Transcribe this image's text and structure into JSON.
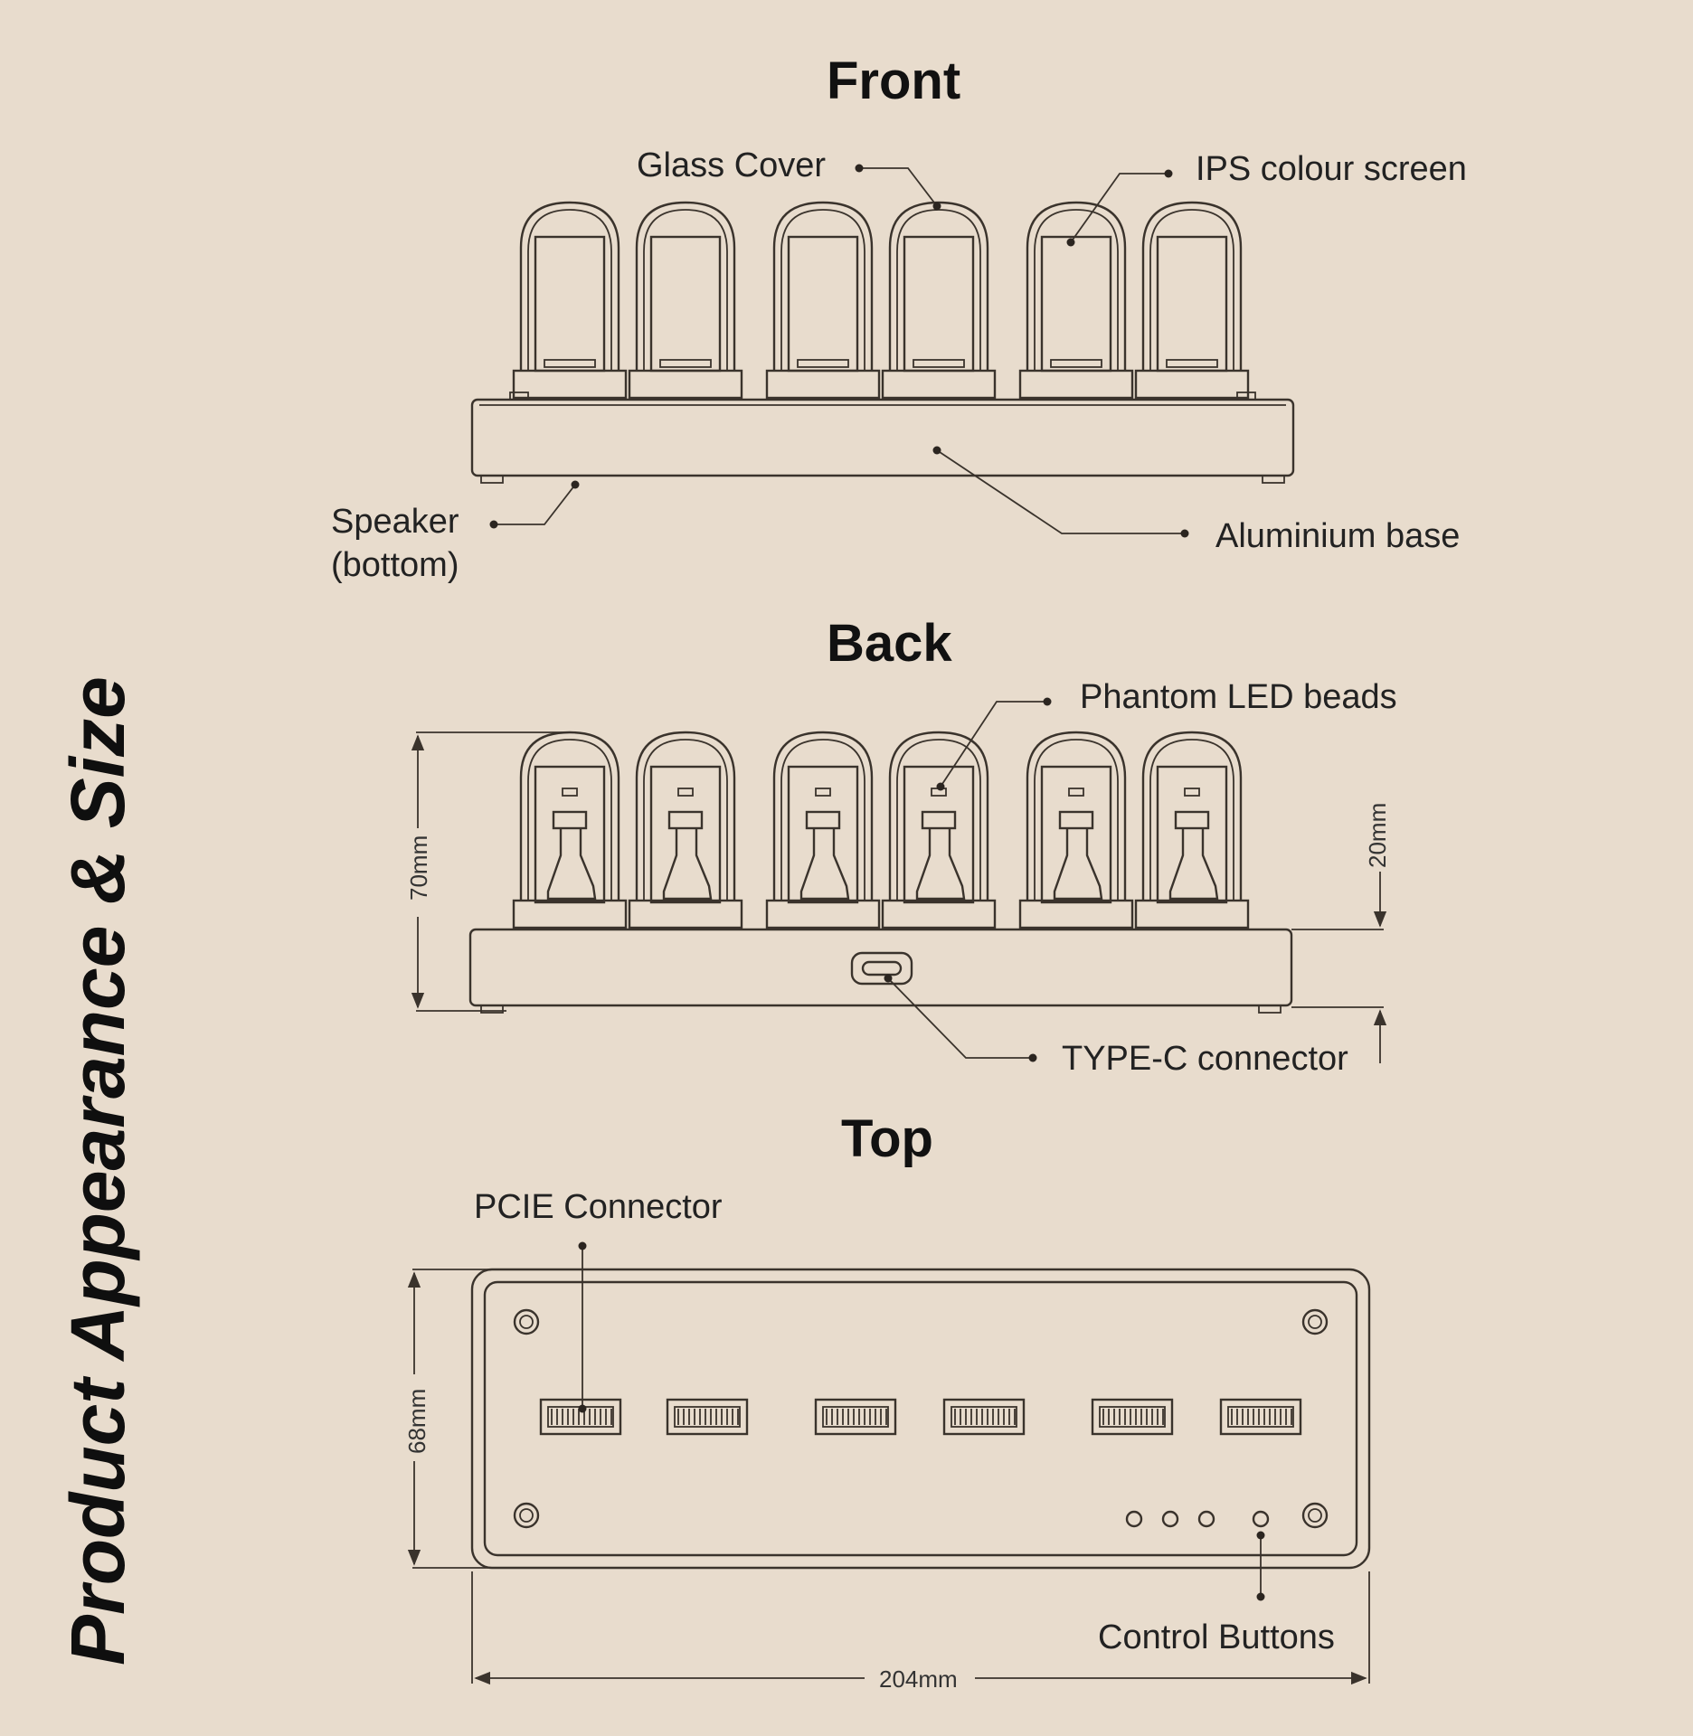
{
  "title": "Product Appearance & Size",
  "sections": {
    "front": {
      "title": "Front",
      "labels": {
        "glass_cover": "Glass Cover",
        "ips_screen": "IPS colour screen",
        "speaker_line1": "Speaker",
        "speaker_line2": "(bottom)",
        "aluminium_base": "Aluminium base"
      }
    },
    "back": {
      "title": "Back",
      "labels": {
        "phantom_led": "Phantom LED beads",
        "type_c": "TYPE-C connector"
      },
      "dimensions": {
        "height": "70mm",
        "base_height": "20mm"
      }
    },
    "top": {
      "title": "Top",
      "labels": {
        "pcie": "PCIE Connector",
        "control_buttons": "Control Buttons"
      },
      "dimensions": {
        "depth": "68mm",
        "width": "204mm"
      }
    }
  },
  "colors": {
    "background": "#e8dccd",
    "line": "#3a332c"
  },
  "tube_count": 6,
  "button_count": 4
}
